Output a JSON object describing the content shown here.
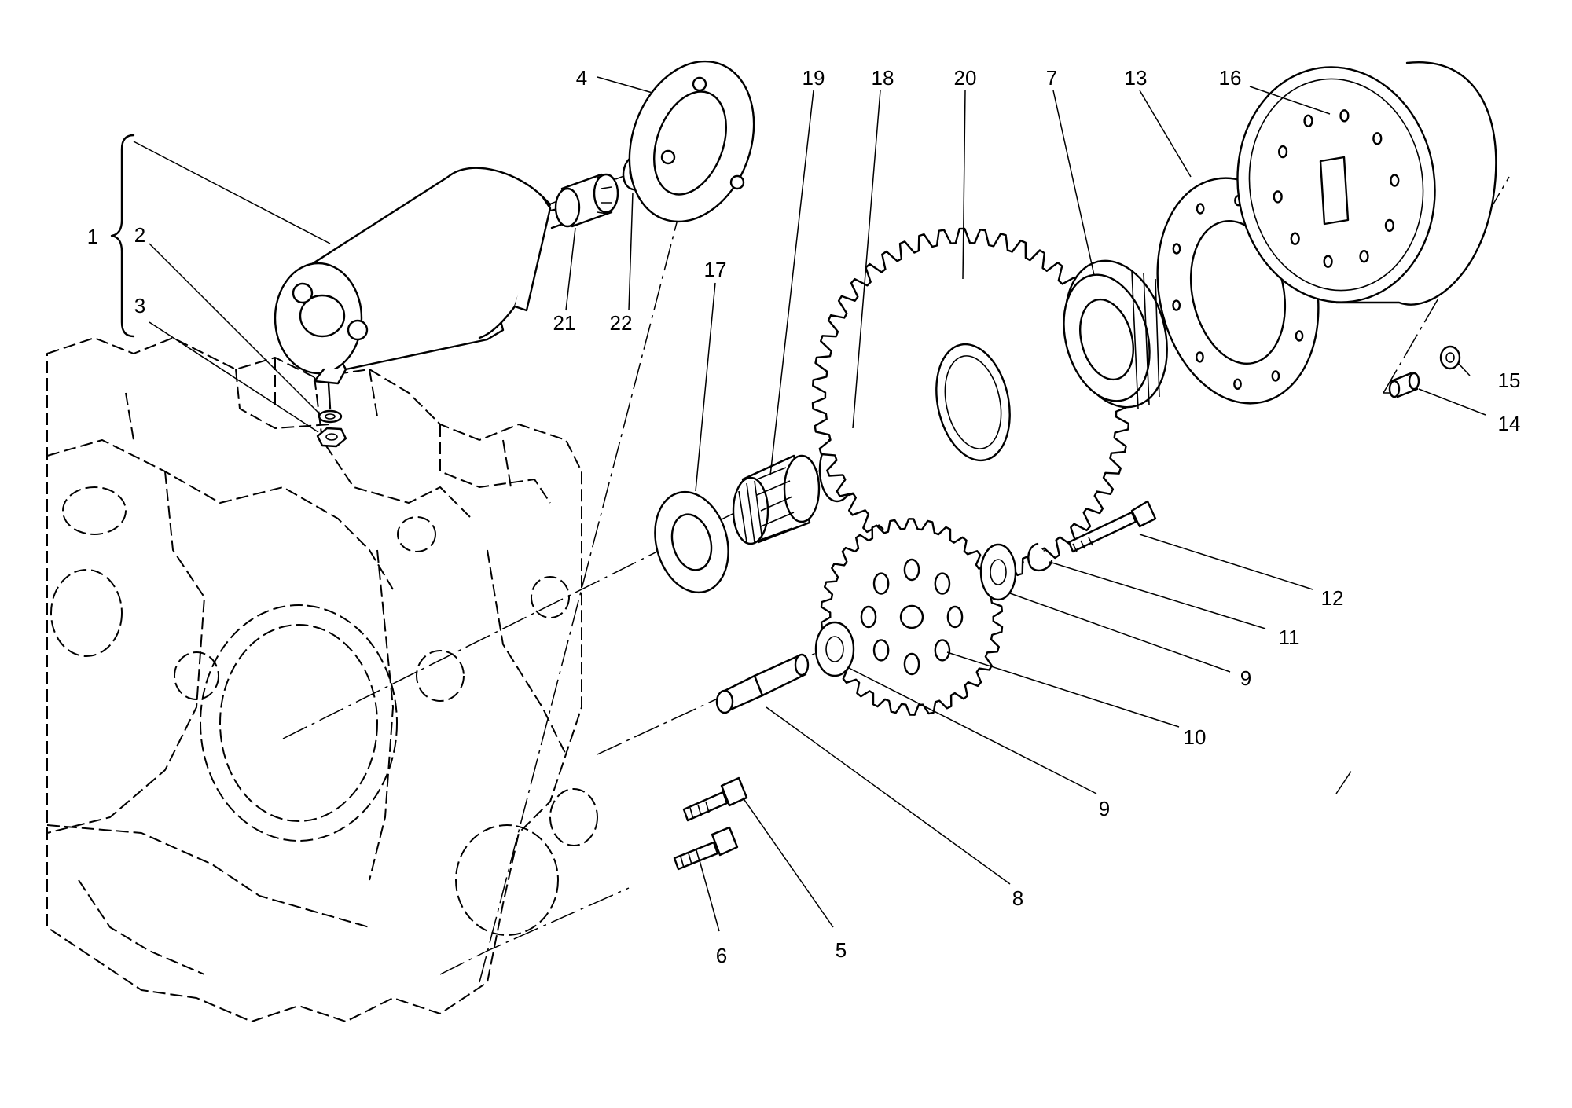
{
  "diagram": {
    "type": "exploded parts view",
    "callouts": [
      "1",
      "2",
      "3",
      "4",
      "5",
      "6",
      "7",
      "8",
      "9",
      "9",
      "10",
      "11",
      "12",
      "13",
      "14",
      "15",
      "16",
      "17",
      "18",
      "19",
      "20",
      "21",
      "22"
    ],
    "colors": {
      "line": "#000000",
      "background": "#ffffff"
    }
  }
}
